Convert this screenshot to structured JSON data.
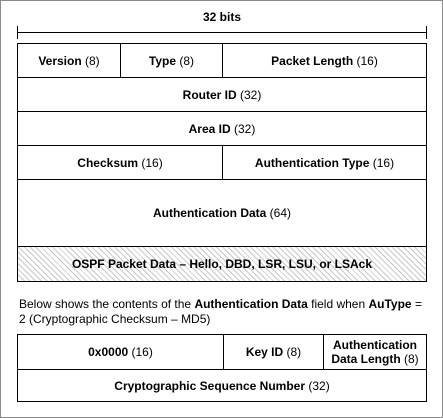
{
  "header": {
    "width_label": "32 bits"
  },
  "ospf_header": {
    "version": {
      "name": "Version",
      "bits": "(8)"
    },
    "type": {
      "name": "Type",
      "bits": "(8)"
    },
    "packet_length": {
      "name": "Packet Length",
      "bits": "(16)"
    },
    "router_id": {
      "name": "Router ID",
      "bits": "(32)"
    },
    "area_id": {
      "name": "Area ID",
      "bits": "(32)"
    },
    "checksum": {
      "name": "Checksum",
      "bits": "(16)"
    },
    "auth_type": {
      "name": "Authentication Type",
      "bits": "(16)"
    },
    "auth_data": {
      "name": "Authentication Data",
      "bits": "(64)"
    },
    "packet_data": {
      "name": "OSPF Packet Data – Hello, DBD, LSR, LSU, or LSAck"
    }
  },
  "description": {
    "part1": "Below shows the contents of the ",
    "field_name": "Authentication Data",
    "part2": " field when ",
    "autype_label": "AuType",
    "part3": " = 2 (Cryptographic Checksum – MD5)"
  },
  "auth_fields": {
    "zero": {
      "name": "0x0000",
      "bits": "(16)"
    },
    "key_id": {
      "name": "Key ID",
      "bits": "(8)"
    },
    "auth_data_length": {
      "name_line1": "Authentication",
      "name_line2": "Data Length",
      "bits": "(8)"
    },
    "crypto_seq": {
      "name": "Cryptographic Sequence Number",
      "bits": "(32)"
    }
  }
}
